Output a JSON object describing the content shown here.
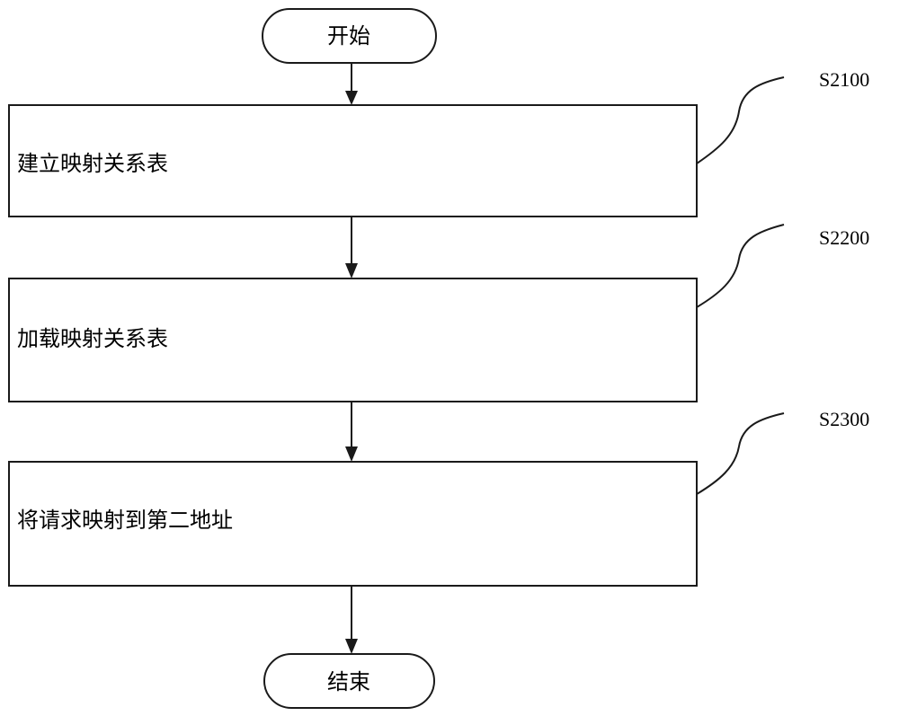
{
  "diagram": {
    "start_label": "开始",
    "end_label": "结束",
    "steps": [
      {
        "id": "S2100",
        "label": "建立映射关系表"
      },
      {
        "id": "S2200",
        "label": "加载映射关系表"
      },
      {
        "id": "S2300",
        "label": "将请求映射到第二地址"
      }
    ]
  },
  "colors": {
    "stroke": "#1a1a1a",
    "text": "#000000",
    "background": "#ffffff"
  }
}
